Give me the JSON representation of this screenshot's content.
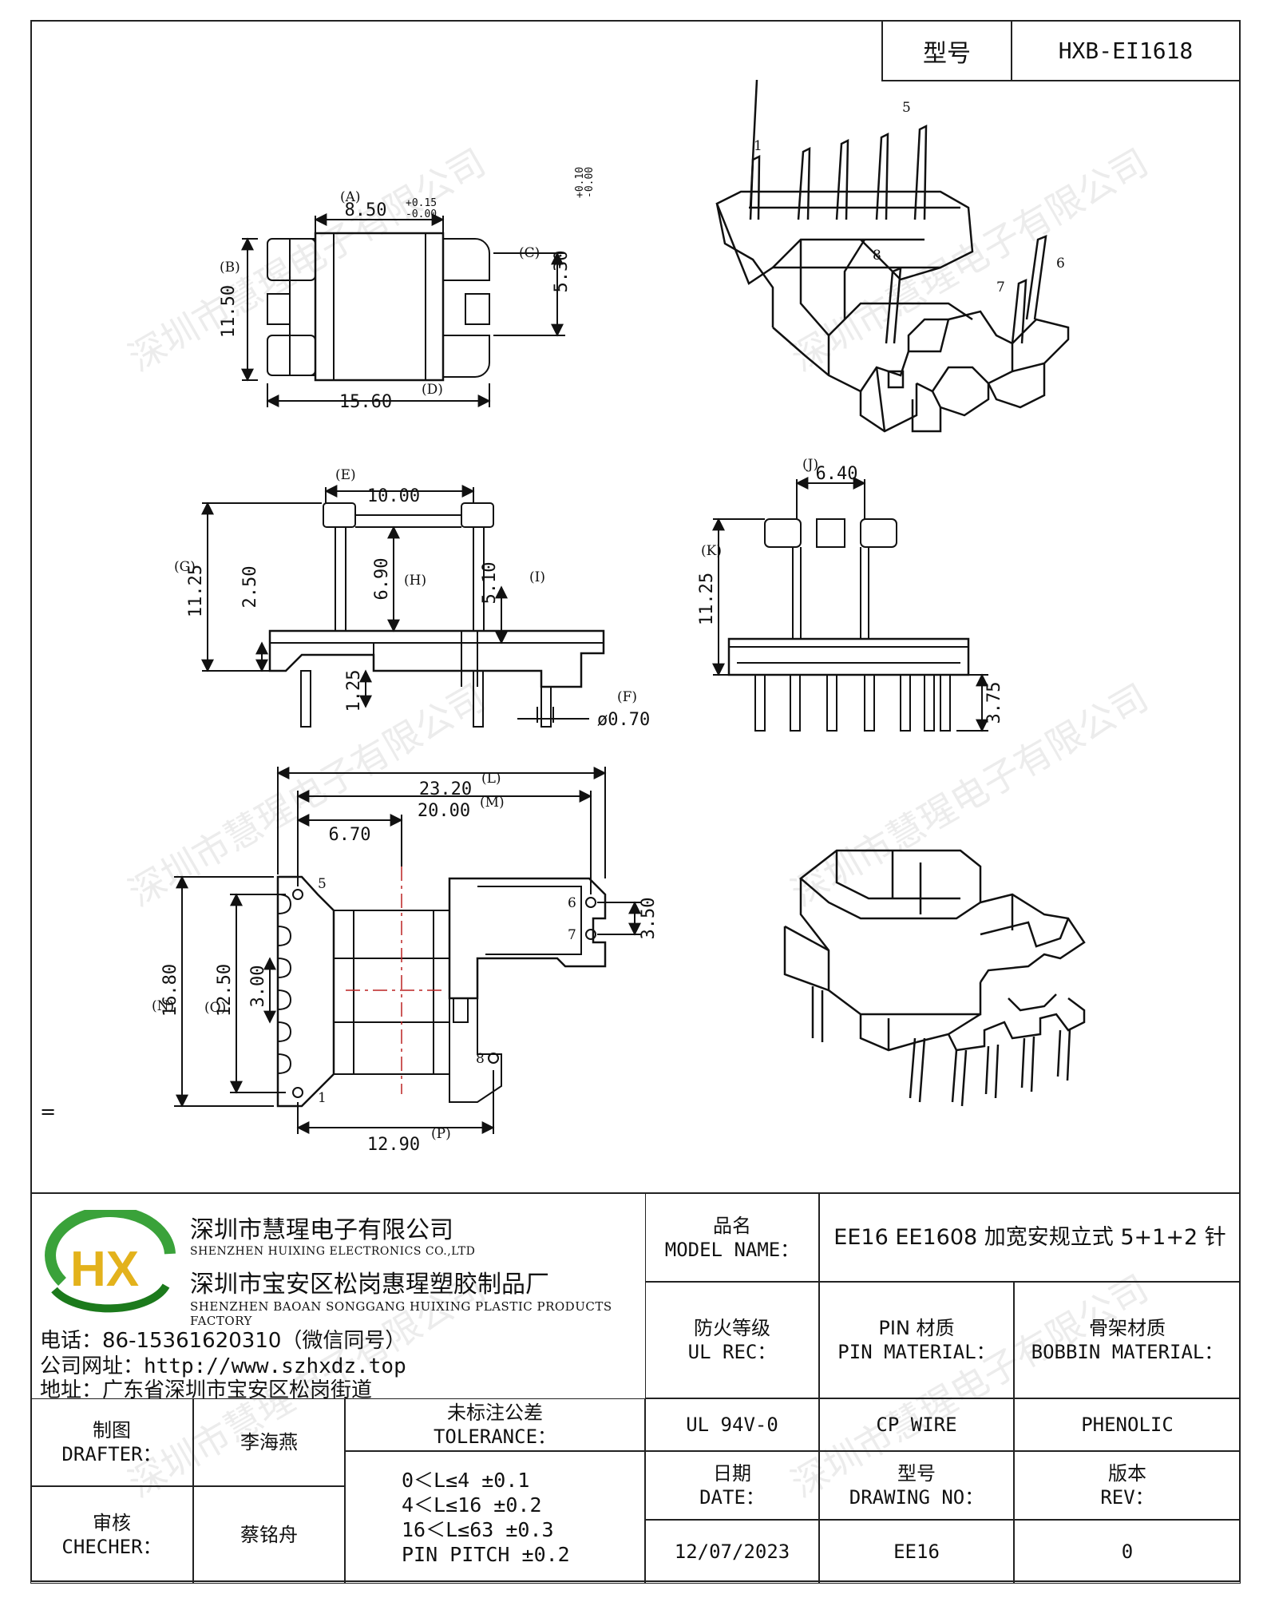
{
  "header": {
    "model_label": "型号",
    "model_value": "HXB-EI1618"
  },
  "watermark": "深圳市慧瑆电子有限公司",
  "top_view": {
    "dims": {
      "A": "8.50",
      "A_tol": [
        "+0.15",
        "-0.00"
      ],
      "B": "11.50",
      "C": "5.30",
      "C_tol": [
        "+0.10",
        "-0.00"
      ],
      "D": "15.60"
    },
    "letters": {
      "A": "(A)",
      "B": "(B)",
      "C": "(C)",
      "D": "(D)"
    }
  },
  "iso_view_pins": [
    "1",
    "5",
    "8",
    "6",
    "7"
  ],
  "front_view": {
    "dims": {
      "E": "10.00",
      "G": "11.25",
      "g2": "2.50",
      "H": "6.90",
      "I": "5.10",
      "h2": "1.25",
      "F": "ø0.70"
    },
    "letters": {
      "E": "(E)",
      "G": "(G)",
      "H": "(H)",
      "I": "(I)",
      "F": "(F)"
    }
  },
  "side_view": {
    "dims": {
      "J": "6.40",
      "K": "11.25",
      "k2": "3.75"
    },
    "letters": {
      "J": "(J)",
      "K": "(K)"
    }
  },
  "bottom_view": {
    "dims": {
      "L": "23.20",
      "M": "20.00",
      "m2": "6.70",
      "N": "16.80",
      "O": "12.50",
      "o2": "3.00",
      "P": "12.90",
      "p2": "3.50"
    },
    "letters": {
      "L": "(L)",
      "M": "(M)",
      "N": "(N)",
      "O": "(O)",
      "P": "(P)"
    },
    "pins": [
      "5",
      "6",
      "7",
      "8",
      "1"
    ]
  },
  "footnote": "=",
  "title_block": {
    "company_cn": "深圳市慧瑆电子有限公司",
    "company_en": "SHENZHEN HUIXING ELECTRONICS CO.,LTD",
    "factory_cn": "深圳市宝安区松岗惠瑆塑胶制品厂",
    "factory_en": "SHENZHEN BAOAN SONGGANG HUIXING PLASTIC PRODUCTS FACTORY",
    "phone": "电话：86-15361620310（微信同号）",
    "website": "公司网址：http://www.szhxdz.top",
    "address": "地址：广东省深圳市宝安区松岗街道",
    "model_name_cn": "品名",
    "model_name_en": "MODEL NAME：",
    "model_name_value": "EE16 EE1608 加宽安规立式 5+1+2 针",
    "ul_cn": "防火等级",
    "ul_en": "UL REC：",
    "pin_cn": "PIN 材质",
    "pin_en": "PIN MATERIAL：",
    "bobbin_cn": "骨架材质",
    "bobbin_en": "BOBBIN MATERIAL：",
    "ul_value": "UL 94V-0",
    "pin_value": "CP WIRE",
    "bobbin_value": "PHENOLIC",
    "drafter_cn": "制图",
    "drafter_en": "DRAFTER：",
    "drafter_value": "李海燕",
    "checker_cn": "审核",
    "checker_en": "CHECHER：",
    "checker_value": "蔡铭舟",
    "tolerance_cn": "未标注公差",
    "tolerance_en": "TOLERANCE：",
    "tolerance_rows": [
      "0＜L≤4  ±0.1",
      "4＜L≤16 ±0.2",
      "16＜L≤63 ±0.3",
      "PIN PITCH ±0.2"
    ],
    "date_cn": "日期",
    "date_en": "DATE：",
    "drawing_cn": "型号",
    "drawing_en": "DRAWING NO：",
    "rev_cn": "版本",
    "rev_en": "REV：",
    "date_value": "12/07/2023",
    "drawing_value": "EE16",
    "rev_value": "0",
    "logo_text": "HX"
  }
}
